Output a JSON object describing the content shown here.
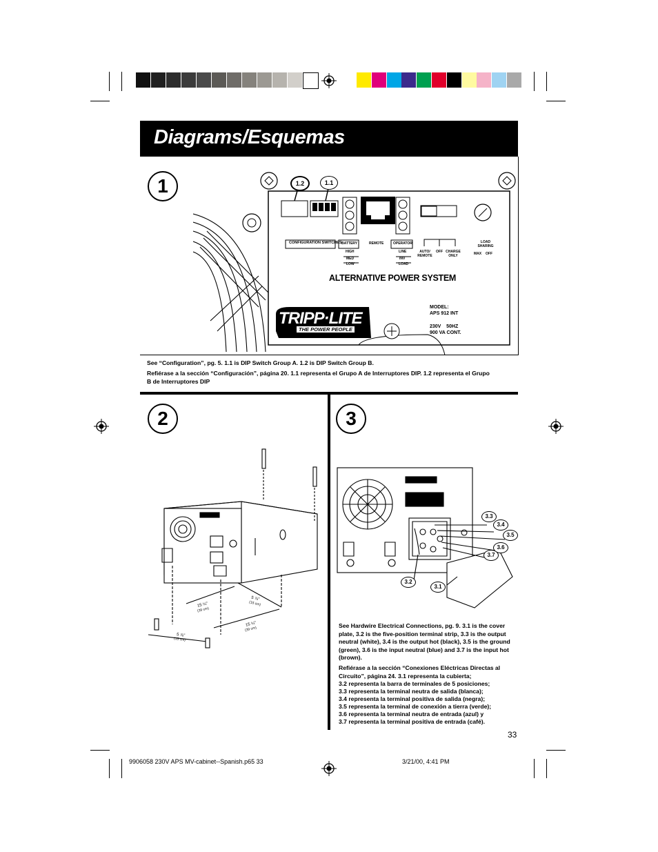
{
  "header": {
    "title": "Diagrams/Esquemas"
  },
  "colorbar": {
    "gray_swatches": [
      "#111111",
      "#1f1f1f",
      "#2d2d2d",
      "#3b3b3b",
      "#4a4a4a",
      "#5c5a56",
      "#6f6c68",
      "#85827c",
      "#9c9993",
      "#b6b3ad",
      "#d2cfca",
      "#ffffff"
    ],
    "color_swatches": [
      "#ffea00",
      "#e0007a",
      "#00a6e6",
      "#3b2a8c",
      "#00a050",
      "#e0002a",
      "#000000",
      "#fffaa0",
      "#f5b3c8",
      "#9fd3f2",
      "#a9a9a9"
    ]
  },
  "figure1": {
    "number": "1",
    "callout_a": "1.2",
    "callout_b": "1.1",
    "labels": {
      "config": "CONFIGURATION SWITCHES",
      "battery": "BATTERY",
      "remote": "REMOTE",
      "operator": "OPERATOR",
      "high": "HIGH",
      "med": "MED",
      "low": "LOW",
      "line": "LINE",
      "inv": "INV",
      "load": "LOAD",
      "auto_remote": "AUTO/ REMOTE",
      "off": "OFF",
      "charge_only": "CHARGE ONLY",
      "load_sharing": "LOAD SHARING",
      "max": "MAX",
      "off2": "OFF",
      "product": "ALTERNATIVE POWER SYSTEM",
      "brand": "TRIPP·LITE",
      "tagline": "THE POWER PEOPLE",
      "model_label": "MODEL:",
      "model": "APS 912 INT",
      "voltage": "230V    50HZ",
      "va": "900 VA CONT."
    },
    "caption_en": "See “Configuration”, pg. 5.  1.1 is DIP Switch Group A. 1.2 is DIP Switch Group B.",
    "caption_es": "Refiérase a la sección “Configuración”, página 20. 1.1 representa el Grupo A de Interruptores DIP.  1.2 representa el Grupo B de Interruptores DIP"
  },
  "figure2": {
    "number": "2",
    "dims": [
      "15 ¼\"",
      "(39 cm)",
      "5 ⅞\"",
      "(15 cm)",
      "5 ⅞\"",
      "(15 cm)",
      "15 ¼\"",
      "(39 cm)"
    ]
  },
  "figure3": {
    "number": "3",
    "callouts": [
      "3.3",
      "3.4",
      "3.5",
      "3.6",
      "3.7",
      "3.2",
      "3.1"
    ],
    "caption_en": "See Hardwire Electrical Connections, pg. 9. 3.1 is the cover plate, 3.2 is the five-position terminal strip, 3.3 is the output neutral (white), 3.4 is the output hot (black), 3.5 is the ground (green), 3.6 is the input neutral (blue) and 3.7 is the input  hot (brown).",
    "caption_es_lines": [
      "Refiérase a la sección “Conexiones Eléctricas Directas al Circuito”, página 24. 3.1 representa la cubierta;",
      "3.2 representa la barra de terminales de 5 posiciones;",
      "3.3 representa la terminal neutra de salida (blanca);",
      "3.4 representa la terminal positiva de salida (negra);",
      "3.5 representa la terminal de conexión a tierra (verde);",
      "3.6 representa la terminal neutra de entrada (azul) y",
      "3.7 representa la terminal positiva de entrada (café)."
    ]
  },
  "footer": {
    "page_number": "33",
    "file": "9906058 230V APS MV-cabinet--Spanish.p65  33",
    "date": "3/21/00, 4:41 PM"
  }
}
